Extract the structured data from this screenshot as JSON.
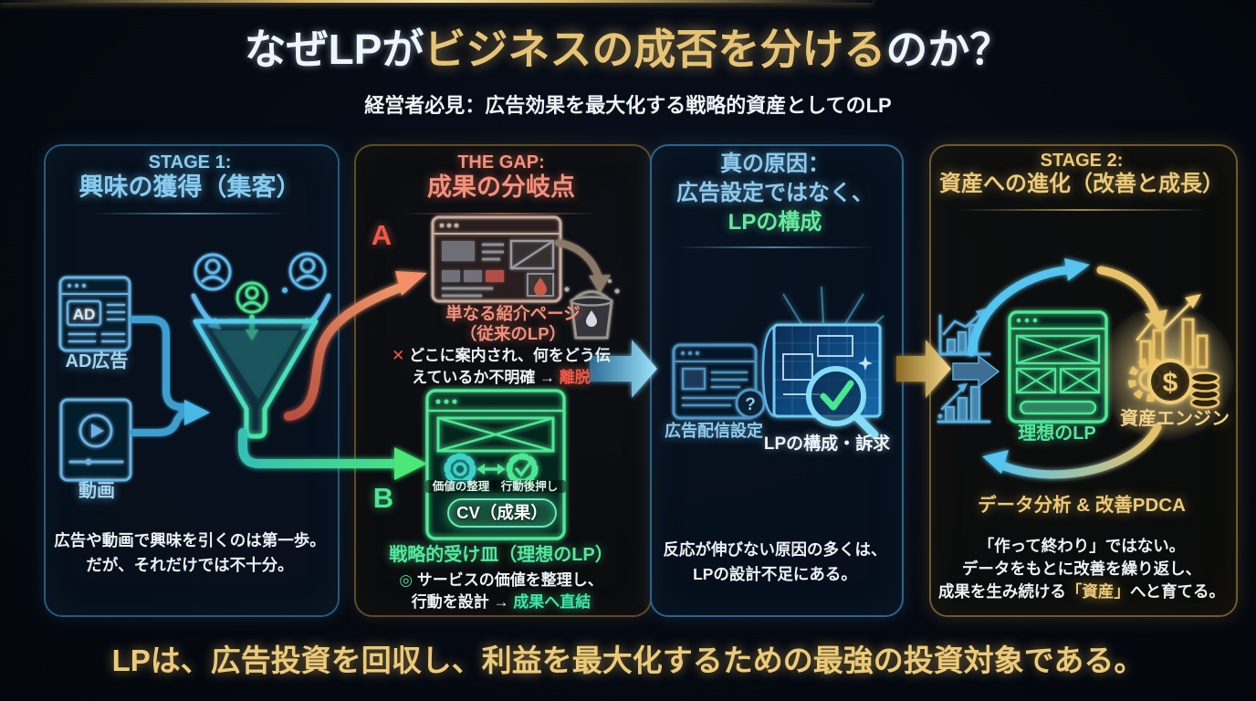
{
  "title": {
    "pre": "なぜLPが",
    "highlight": "ビジネスの成否を分ける",
    "post": "のか？"
  },
  "subtitle": "経営者必見：広告効果を最大化する戦略的資産としてのLP",
  "footer": "LPは、広告投資を回収し、利益を最大化するための最強の投資対象である。",
  "colors": {
    "background": "#04070d",
    "cyan_accent": "#7cc8ee",
    "red_accent": "#f2826e",
    "green_accent": "#4ee896",
    "gold_accent": "#e9c877",
    "blueprint_blue": "#58c8f0"
  },
  "stage1": {
    "kicker": "STAGE 1:",
    "heading": "興味の獲得（集客）",
    "ad_badge": "AD",
    "ad_label": "AD広告",
    "video_label": "動画",
    "summary1": "広告や動画で興味を引くのは第一歩。",
    "summary2": "だが、それだけでは不十分。"
  },
  "gap": {
    "kicker": "THE GAP:",
    "heading": "成果の分岐点",
    "branch_a": "A",
    "branch_b": "B",
    "bad_caption1": "単なる紹介ページ",
    "bad_caption2": "（従来のLP）",
    "bad_mark": "✕",
    "bad_line1": "どこに案内され、何をどう伝",
    "bad_line2_pre": "えているか不明確 → ",
    "bad_line2_highlight": "離脱",
    "gear_left": "価値の整理",
    "gear_right": "行動後押し",
    "cv_button": "CV（成果）",
    "good_caption": "戦略的受け皿（理想のLP）",
    "good_mark": "◎",
    "good_line1": "サービスの価値を整理し、",
    "good_line2_pre": "行動を設計 → ",
    "good_line2_highlight": "成果へ直結"
  },
  "cause": {
    "heading1": "真の原因：",
    "heading2": "広告設定ではなく、",
    "heading3": "LPの構成",
    "ad_settings_label": "広告配信設定",
    "question_mark": "?",
    "lp_structure_label": "LPの構成・訴求",
    "summary1": "反応が伸びない原因の多くは、",
    "summary2": "LPの設計不足にある。"
  },
  "stage2": {
    "kicker": "STAGE 2:",
    "heading": "資産への進化（改善と成長）",
    "ideal_lp_label": "理想のLP",
    "engine_label": "資産エンジン",
    "dollar": "$",
    "cycle_label": "データ分析 & 改善PDCA",
    "summary1": "「作って終わり」ではない。",
    "summary2": "データをもとに改善を繰り返し、",
    "summary3_pre": "成果を生み続ける",
    "summary3_highlight": "「資産」",
    "summary3_post": "へと育てる。"
  }
}
